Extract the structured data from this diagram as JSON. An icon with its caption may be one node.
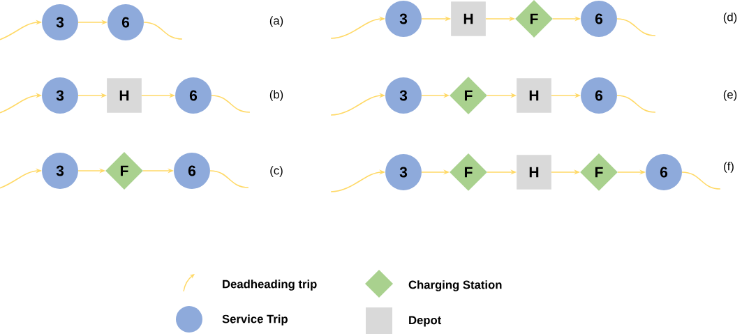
{
  "diagram": {
    "nodes": [
      {
        "text": [
          "3"
        ]
      },
      {
        "text": [
          "6"
        ]
      },
      {
        "text": [
          "3"
        ]
      },
      {
        "text": [
          "H"
        ]
      },
      {
        "text": [
          "F"
        ]
      },
      {
        "text": [
          "6"
        ]
      },
      {
        "text": [
          "3"
        ]
      },
      {
        "text": [
          "H"
        ]
      },
      {
        "text": [
          "6"
        ]
      },
      {
        "text": [
          "3"
        ]
      },
      {
        "text": [
          "F"
        ]
      },
      {
        "text": [
          "H"
        ]
      },
      {
        "text": [
          "6"
        ]
      },
      {
        "text": [
          "3"
        ]
      },
      {
        "text": [
          "F"
        ]
      },
      {
        "text": [
          "6"
        ]
      },
      {
        "text": [
          "3"
        ]
      },
      {
        "text": [
          "F"
        ]
      },
      {
        "text": [
          "H"
        ]
      },
      {
        "text": [
          "F"
        ]
      },
      {
        "text": [
          "6"
        ]
      }
    ],
    "edges": [
      {
        "from": null,
        "to": 0,
        "arrow": "to"
      },
      {
        "from": 0,
        "to": 1,
        "arrow": "to"
      },
      {
        "from": 1,
        "to": null,
        "arrow": "none"
      },
      {
        "from": null,
        "to": 2,
        "arrow": "to"
      },
      {
        "from": 2,
        "to": 3,
        "arrow": "to"
      },
      {
        "from": 3,
        "to": 4,
        "arrow": "to"
      },
      {
        "from": 4,
        "to": 5,
        "arrow": "to"
      },
      {
        "from": 5,
        "to": null,
        "arrow": "none"
      },
      {
        "from": null,
        "to": 6,
        "arrow": "to"
      },
      {
        "from": 6,
        "to": 7,
        "arrow": "to"
      },
      {
        "from": 7,
        "to": 8,
        "arrow": "to"
      },
      {
        "from": 8,
        "to": null,
        "arrow": "none"
      },
      {
        "from": null,
        "to": 9,
        "arrow": "to"
      },
      {
        "from": 9,
        "to": 10,
        "arrow": "to"
      },
      {
        "from": 10,
        "to": 11,
        "arrow": "to"
      },
      {
        "from": 11,
        "to": 12,
        "arrow": "to"
      },
      {
        "from": 12,
        "to": null,
        "arrow": "none"
      },
      {
        "from": null,
        "to": 13,
        "arrow": "to"
      },
      {
        "from": 13,
        "to": 14,
        "arrow": "to"
      },
      {
        "from": 14,
        "to": 15,
        "arrow": "to"
      },
      {
        "from": 15,
        "to": null,
        "arrow": "none"
      },
      {
        "from": null,
        "to": 16,
        "arrow": "to"
      },
      {
        "from": 16,
        "to": 17,
        "arrow": "to"
      },
      {
        "from": 17,
        "to": 18,
        "arrow": "to"
      },
      {
        "from": 18,
        "to": 19,
        "arrow": "to"
      },
      {
        "from": 19,
        "to": 20,
        "arrow": "to"
      },
      {
        "from": 20,
        "to": null,
        "arrow": "none"
      }
    ],
    "labels": [
      "(a)",
      "(d)",
      "(b)",
      "(e)",
      "(c)",
      "(f)"
    ],
    "legend": [
      {
        "text": "Deadheading trip"
      },
      {
        "text": "Charging Station"
      },
      {
        "text": "Service Trip"
      },
      {
        "text": "Depot"
      }
    ]
  }
}
